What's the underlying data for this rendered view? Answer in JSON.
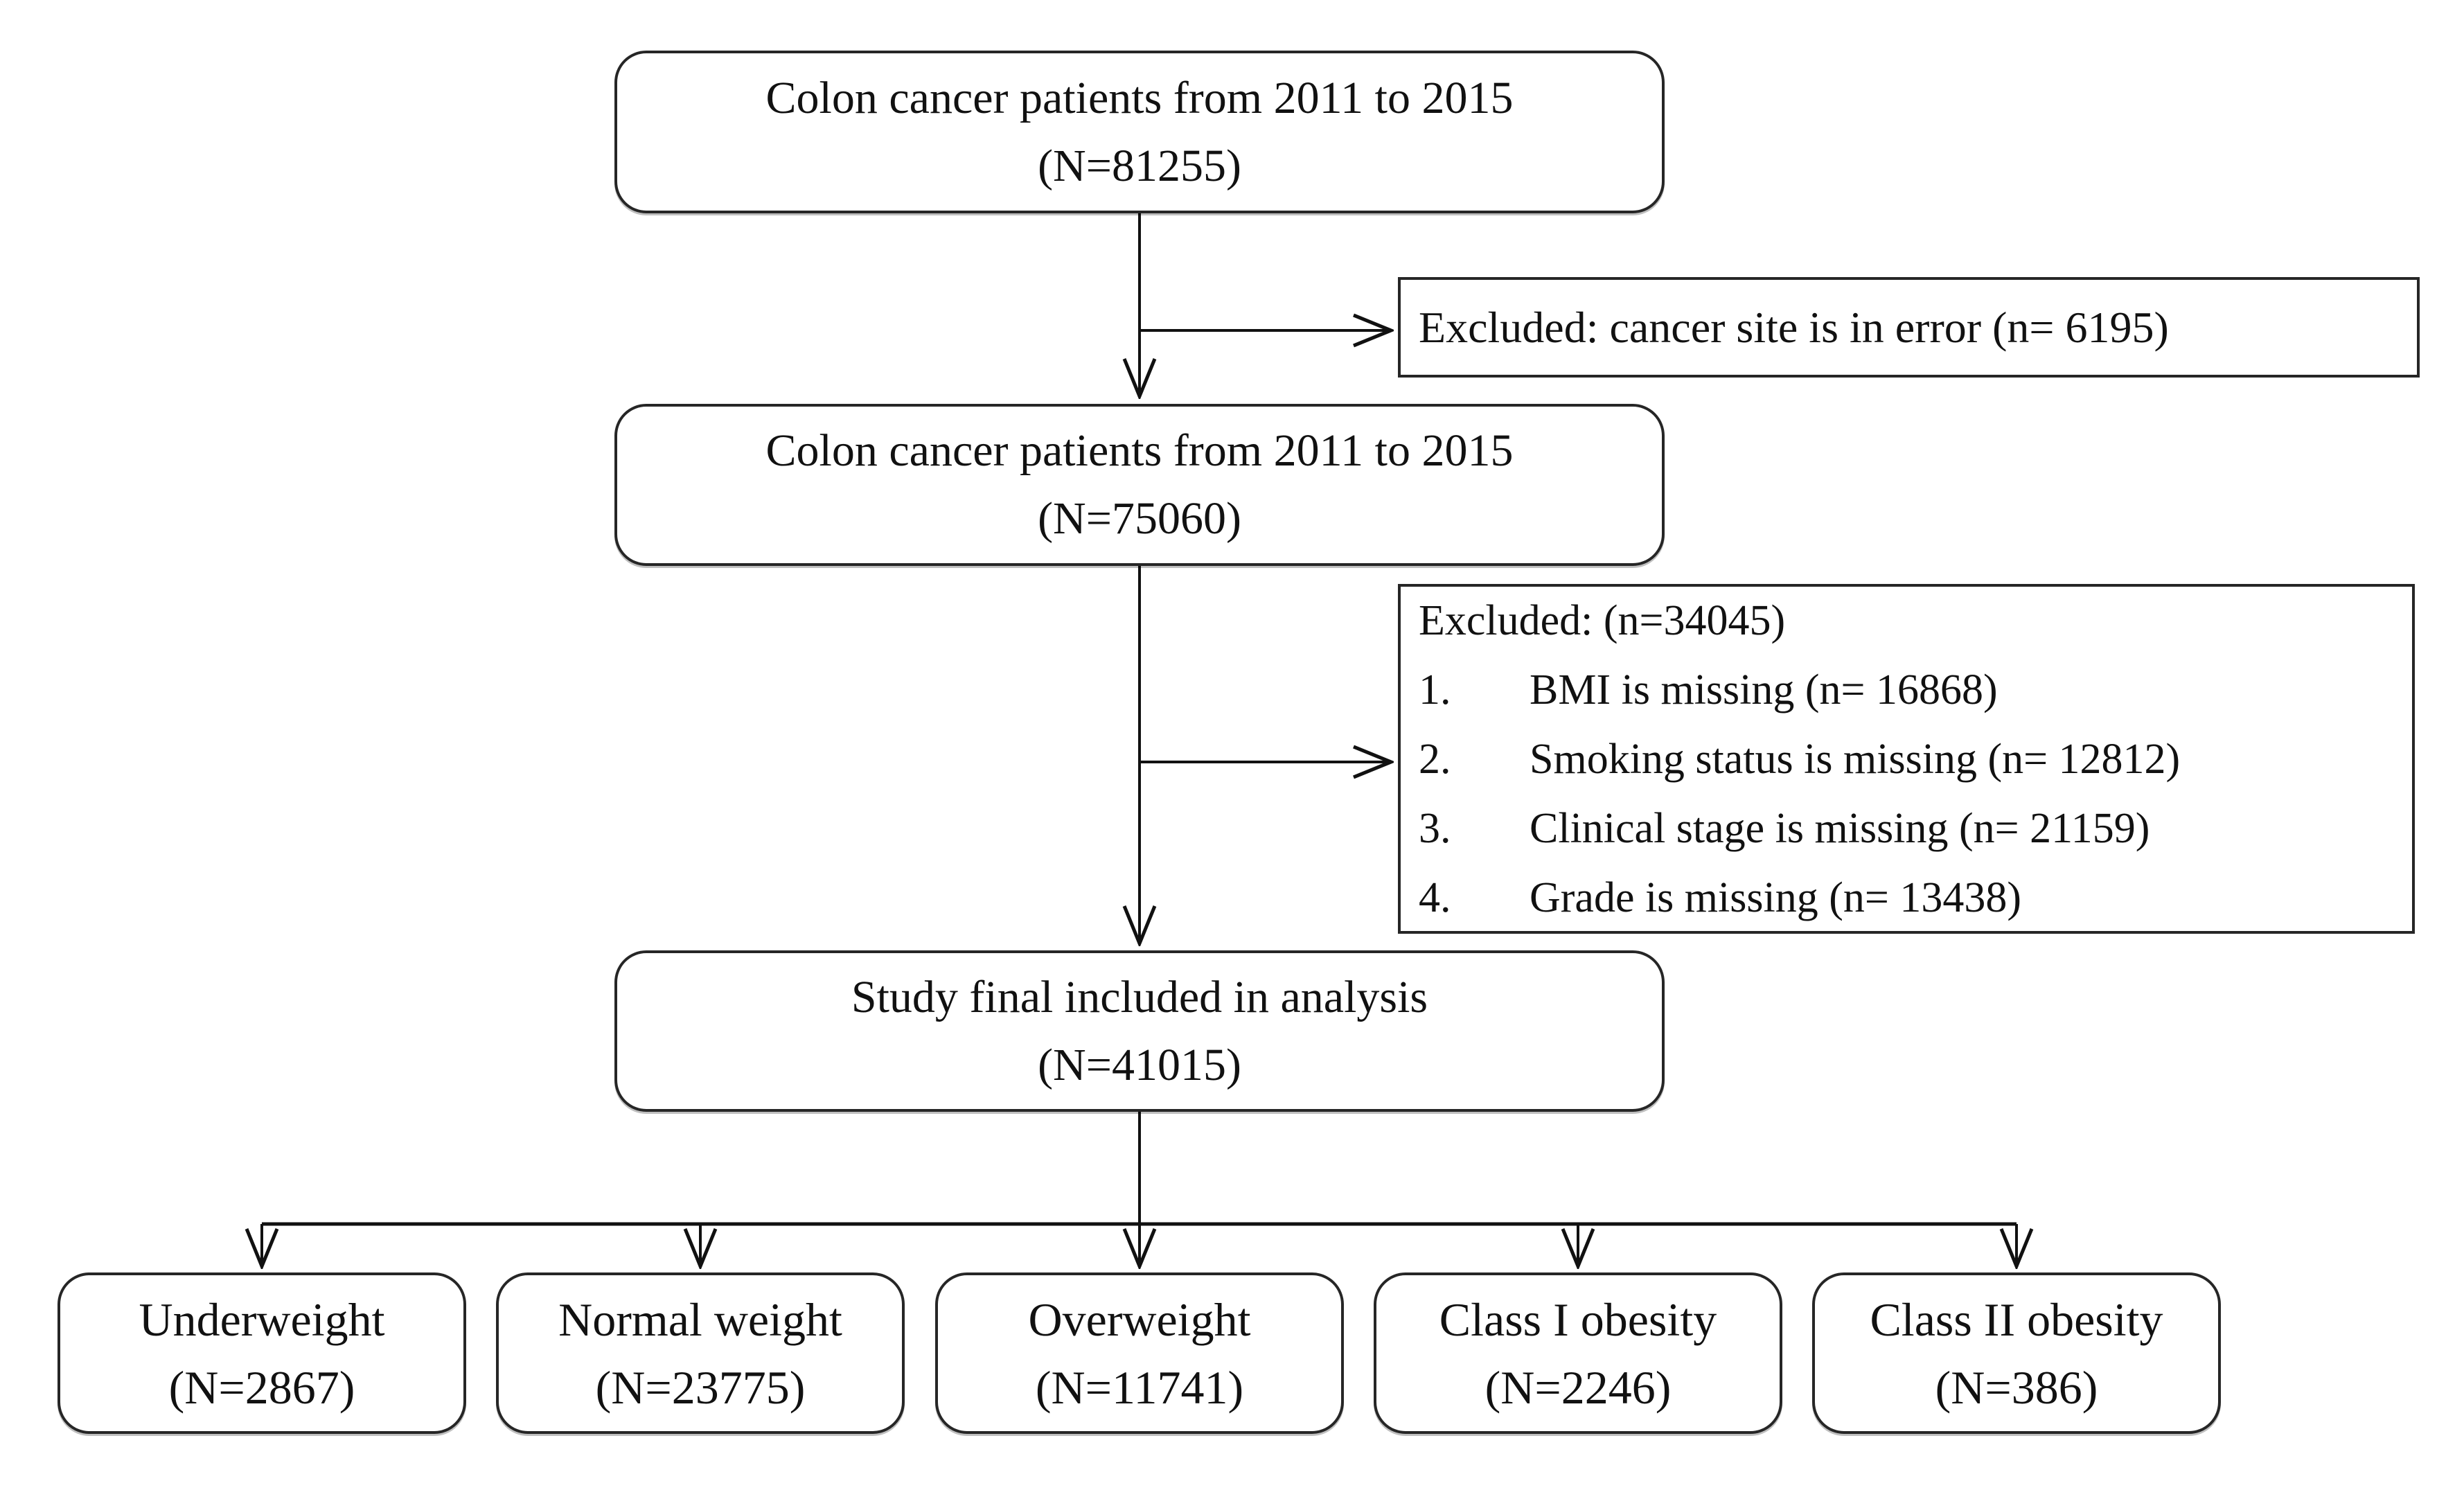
{
  "diagram": {
    "box1": {
      "title": "Colon cancer patients from 2011 to 2015",
      "n": "(N=81255)"
    },
    "excl1": {
      "text": "Excluded: cancer site is in error (n= 6195)"
    },
    "box2": {
      "title": "Colon cancer patients from 2011 to 2015",
      "n": "(N=75060)"
    },
    "excl2": {
      "header": "Excluded: (n=34045)",
      "items": [
        {
          "num": "1.",
          "text": "BMI is missing (n= 16868)"
        },
        {
          "num": "2.",
          "text": "Smoking status is missing (n= 12812)"
        },
        {
          "num": "3.",
          "text": "Clinical stage is missing (n= 21159)"
        },
        {
          "num": "4.",
          "text": "Grade is missing (n= 13438)"
        }
      ]
    },
    "box3": {
      "title": "Study final included in analysis",
      "n": "(N=41015)"
    },
    "groups": [
      {
        "label": "Underweight",
        "n": "(N=2867)"
      },
      {
        "label": "Normal weight",
        "n": "(N=23775)"
      },
      {
        "label": "Overweight",
        "n": "(N=11741)"
      },
      {
        "label": "Class I obesity",
        "n": "(N=2246)"
      },
      {
        "label": "Class II obesity",
        "n": "(N=386)"
      }
    ],
    "colors": {
      "background": "#ffffff",
      "border": "#262626",
      "text": "#111111",
      "line": "#111111"
    }
  }
}
